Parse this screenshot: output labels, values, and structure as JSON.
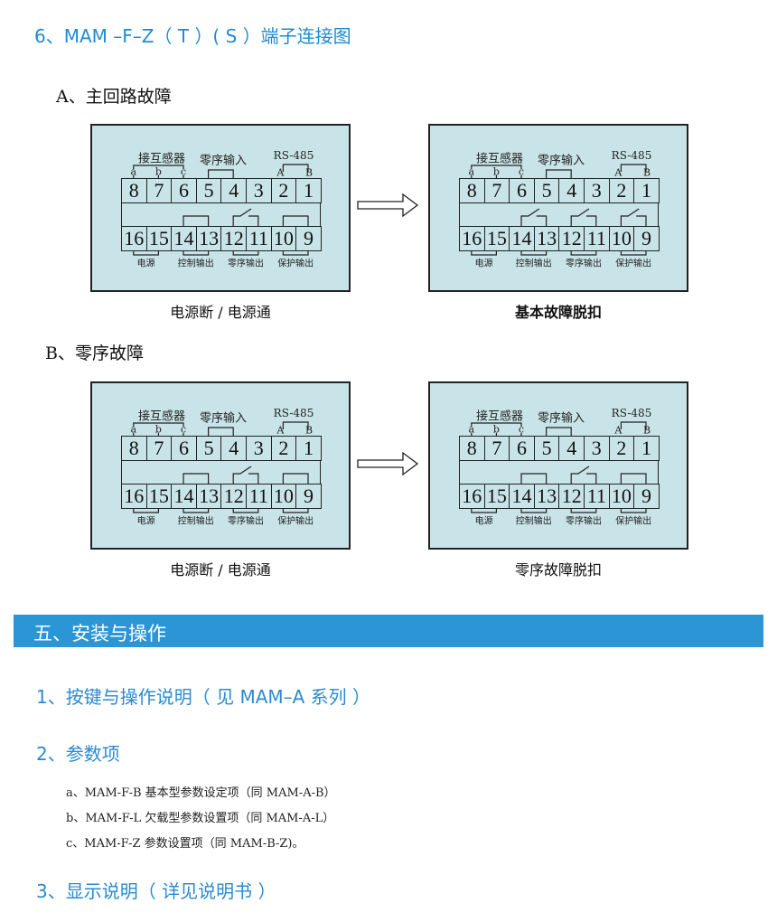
{
  "title": "6、MAM –F–Z（ T ）( S ）端子连接图",
  "sections": [
    {
      "heading": "A、主回路故障",
      "diagrams": [
        {
          "caption": "电源断 / 电源通",
          "bold": false,
          "switches": [
            "closed",
            "open",
            "closed"
          ]
        },
        {
          "caption": "基本故障脱扣",
          "bold": true,
          "switches": [
            "open",
            "open",
            "open"
          ]
        }
      ]
    },
    {
      "heading": "B、零序故障",
      "diagrams": [
        {
          "caption": "电源断 / 电源通",
          "bold": false,
          "switches": [
            "closed",
            "open",
            "closed"
          ]
        },
        {
          "caption": "零序故障脱扣",
          "bold": false,
          "switches": [
            "closed",
            "open",
            "closed"
          ]
        }
      ]
    }
  ],
  "terminal_labels": {
    "ct": "接互感器",
    "ct_phases": [
      "a",
      "b",
      "c"
    ],
    "zero_input": "零序输入",
    "rs485": "RS-485",
    "rs485_pins": [
      "A",
      "B"
    ],
    "top_row": [
      "8",
      "7",
      "6",
      "5",
      "4",
      "3",
      "2",
      "1"
    ],
    "bottom_row": [
      "16",
      "15",
      "14",
      "13",
      "12",
      "11",
      "10",
      "9"
    ],
    "bottom_groups": [
      "电源",
      "控制输出",
      "零序输出",
      "保护输出"
    ]
  },
  "install_bar": "五、安装与操作",
  "h1": "1、按键与操作说明（ 见 MAM–A 系列 ）",
  "h2": "2、参数项",
  "params": [
    "a、MAM-F-B 基本型参数设定项（同 MAM-A-B）",
    "b、MAM-F-L 欠载型参数设置项（同 MAM-A-L）",
    "c、MAM-F-Z 参数设置项（同 MAM-B-Z)。"
  ],
  "h3": "3、显示说明（ 详见说明书 ）",
  "colors": {
    "accent": "#2b95d6",
    "panel": "#c9e4e9"
  }
}
